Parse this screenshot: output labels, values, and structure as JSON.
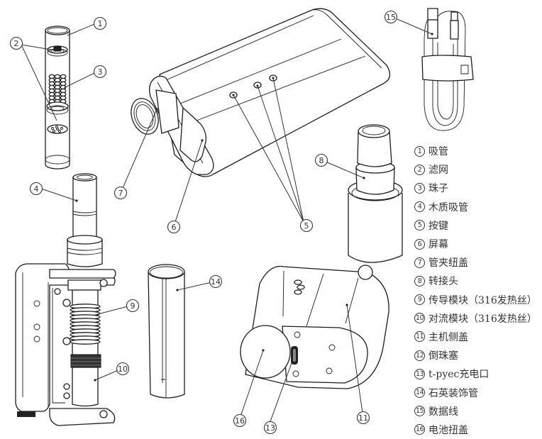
{
  "diagram": {
    "type": "exploded-view parts diagram",
    "callouts": [
      {
        "num": "1",
        "part": "mouthpiece tube"
      },
      {
        "num": "2",
        "part": "filter screen"
      },
      {
        "num": "3",
        "part": "beads"
      },
      {
        "num": "4",
        "part": "wooden mouthpiece"
      },
      {
        "num": "5",
        "part": "buttons"
      },
      {
        "num": "6",
        "part": "screen"
      },
      {
        "num": "7",
        "part": "tube clamp knob cap"
      },
      {
        "num": "8",
        "part": "adapter"
      },
      {
        "num": "9",
        "part": "conduction module"
      },
      {
        "num": "10",
        "part": "convection module"
      },
      {
        "num": "11",
        "part": "main body side cover"
      },
      {
        "num": "13",
        "part": "type-c charging port"
      },
      {
        "num": "14",
        "part": "quartz decorative tube"
      },
      {
        "num": "15",
        "part": "data cable"
      },
      {
        "num": "16",
        "part": "battery twist cap"
      }
    ]
  },
  "legend": {
    "items": [
      {
        "num": "1",
        "label": "吸管"
      },
      {
        "num": "2",
        "label": "滤网"
      },
      {
        "num": "3",
        "label": "珠子"
      },
      {
        "num": "4",
        "label": "木质吸管"
      },
      {
        "num": "5",
        "label": "按键"
      },
      {
        "num": "6",
        "label": "屏幕"
      },
      {
        "num": "7",
        "label": "管夹纽盖"
      },
      {
        "num": "8",
        "label": "转接头"
      },
      {
        "num": "9",
        "label": "传导模块（316发热丝）"
      },
      {
        "num": "10",
        "label": "对流模块（316发热丝）"
      },
      {
        "num": "11",
        "label": "主机侧盖"
      },
      {
        "num": "12",
        "label": "倒珠塞"
      },
      {
        "num": "13",
        "label": "t-pyec充电口"
      },
      {
        "num": "14",
        "label": "石英装饰管"
      },
      {
        "num": "15",
        "label": "数据线"
      },
      {
        "num": "16",
        "label": "电池扭盖"
      }
    ]
  }
}
